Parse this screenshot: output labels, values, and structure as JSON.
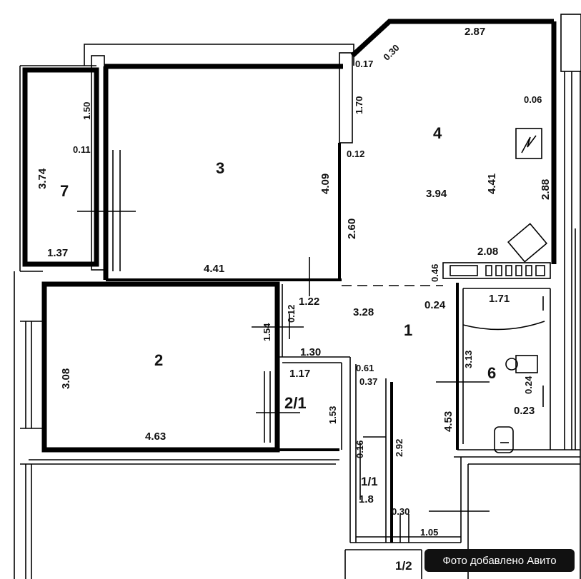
{
  "rooms": {
    "r1": "1",
    "r2": "2",
    "r2_1": "2/1",
    "r3": "3",
    "r4": "4",
    "r6": "6",
    "r7": "7",
    "r1_1": "1/1",
    "r1_2": "1/2"
  },
  "dimensions": {
    "d287": "2.87",
    "d030": "0.30",
    "d017": "0.17",
    "d006": "0.06",
    "d150": "1.50",
    "d170": "1.70",
    "d012": "0.12",
    "d011": "0.11",
    "d374": "3.74",
    "d409": "4.09",
    "d394": "3.94",
    "d441a": "4.41",
    "d288": "2.88",
    "d260": "2.60",
    "d137": "1.37",
    "d441b": "4.41",
    "d208": "2.08",
    "d046": "0.46",
    "d122": "1.22",
    "d328": "3.28",
    "d024": "0.24",
    "d171": "1.71",
    "d154": "1.54",
    "d012b": "0.12",
    "d308": "3.08",
    "d130": "1.30",
    "d313": "3.13",
    "d061": "0.61",
    "d117": "1.17",
    "d037": "0.37",
    "d153": "1.53",
    "d453": "4.53",
    "d024b": "0.24",
    "d023": "0.23",
    "d463": "4.63",
    "d292": "2.92",
    "d016": "0.16",
    "d18": "1.8",
    "d030b": "0.30",
    "d105": "1.05"
  },
  "watermark": "Фото добавлено Авито"
}
